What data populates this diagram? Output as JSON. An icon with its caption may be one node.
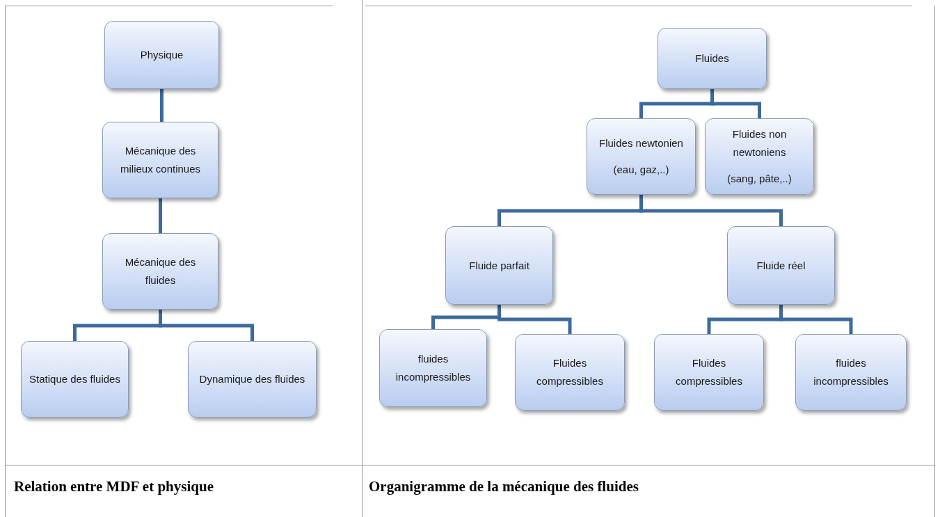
{
  "diagram": {
    "nodes": [
      {
        "text": [
          "Physique"
        ]
      },
      {
        "text": [
          "Mécanique des milieux continues"
        ]
      },
      {
        "text": [
          "Mécanique des fluides"
        ]
      },
      {
        "text": [
          "Statique des fluides"
        ]
      },
      {
        "text": [
          "Dynamique des fluides"
        ]
      },
      {
        "text": [
          "Fluides"
        ]
      },
      {
        "text": [
          "Fluides newtonien",
          "(eau, gaz,..)"
        ]
      },
      {
        "text": [
          "Fluides non newtoniens",
          "(sang, pâte,..)"
        ]
      },
      {
        "text": [
          "Fluide parfait"
        ]
      },
      {
        "text": [
          "Fluide réel"
        ]
      },
      {
        "text": [
          "fluides incompressibles"
        ]
      },
      {
        "text": [
          "Fluides compressibles"
        ]
      },
      {
        "text": [
          "Fluides compressibles"
        ]
      },
      {
        "text": [
          "fluides incompressibles"
        ]
      }
    ],
    "edges": [
      {
        "from": 0,
        "to": 1,
        "arrow": "none"
      },
      {
        "from": 1,
        "to": 2,
        "arrow": "none"
      },
      {
        "from": 2,
        "to": 3,
        "arrow": "none"
      },
      {
        "from": 2,
        "to": 4,
        "arrow": "none"
      },
      {
        "from": 5,
        "to": 6,
        "arrow": "none"
      },
      {
        "from": 5,
        "to": 7,
        "arrow": "none"
      },
      {
        "from": 6,
        "to": 8,
        "arrow": "none"
      },
      {
        "from": 6,
        "to": 9,
        "arrow": "none"
      },
      {
        "from": 8,
        "to": 10,
        "arrow": "none"
      },
      {
        "from": 8,
        "to": 11,
        "arrow": "none"
      },
      {
        "from": 9,
        "to": 12,
        "arrow": "none"
      },
      {
        "from": 9,
        "to": 13,
        "arrow": "none"
      }
    ],
    "labels": [
      "Relation entre MDF et physique",
      "Organigramme de la mécanique des fluides"
    ]
  }
}
